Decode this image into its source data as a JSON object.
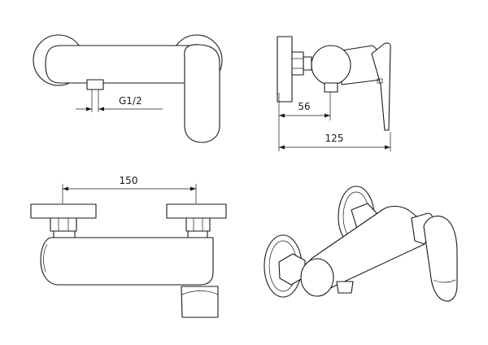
{
  "colors": {
    "line": "#1a1a1a",
    "background": "#ffffff"
  },
  "dimensions": {
    "thread": "G1/2",
    "outlet_offset": "56",
    "depth": "125",
    "centers": "150"
  }
}
